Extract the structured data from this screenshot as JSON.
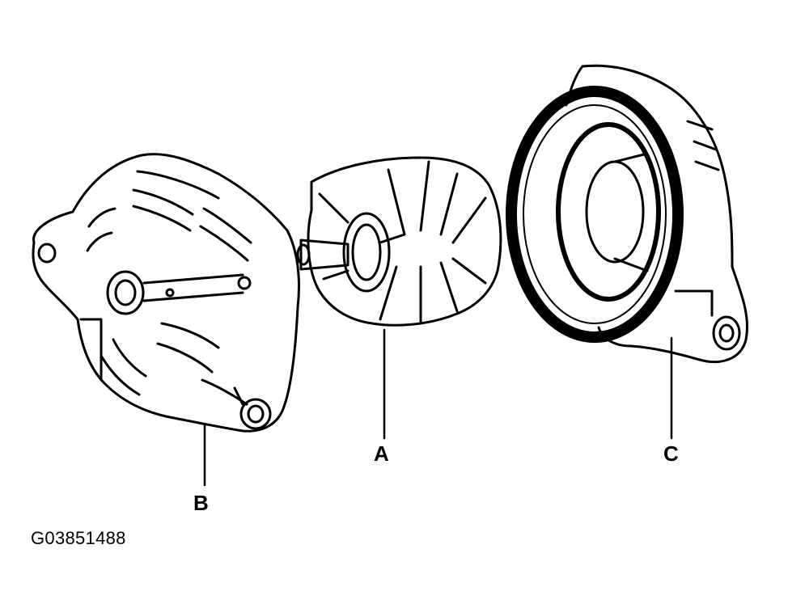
{
  "diagram": {
    "callouts": {
      "a": "A",
      "b": "B",
      "c": "C"
    },
    "figure_id": "G03851488"
  },
  "colors": {
    "ink": "#000000",
    "background": "#ffffff"
  }
}
